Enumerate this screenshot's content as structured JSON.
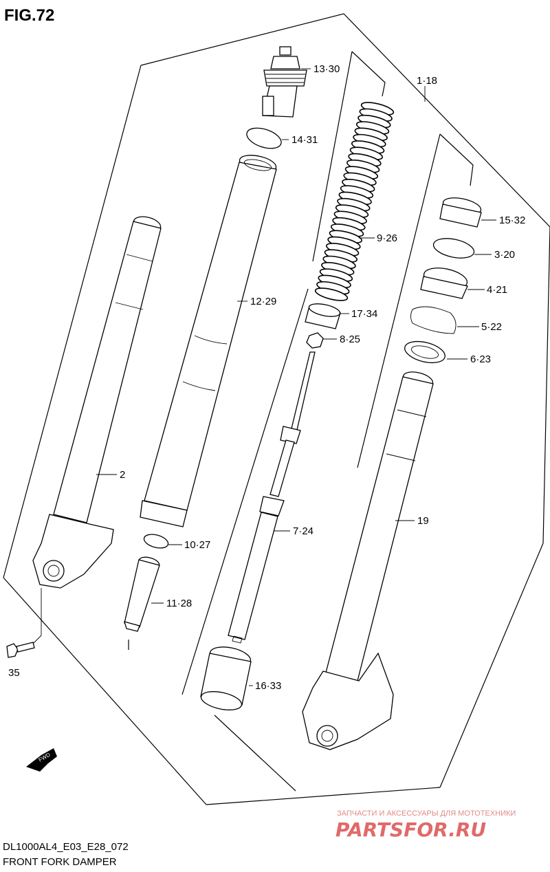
{
  "figure": {
    "title": "FIG.72"
  },
  "footer": {
    "model_code": "DL1000AL4_E03_E28_072",
    "caption": "FRONT FORK DAMPER"
  },
  "watermark": {
    "tagline": "ЗАПЧАСТИ И АКСЕССУАРЫ ДЛЯ МОТОТЕХНИКИ",
    "site": "PARTSFOR.RU"
  },
  "fwd_arrow": {
    "label": "FWD"
  },
  "callouts": [
    {
      "id": "c-13",
      "label": "13·30"
    },
    {
      "id": "c-1",
      "label": "1·18"
    },
    {
      "id": "c-14",
      "label": "14·31"
    },
    {
      "id": "c-15",
      "label": "15·32"
    },
    {
      "id": "c-9",
      "label": "9·26"
    },
    {
      "id": "c-3",
      "label": "3·20"
    },
    {
      "id": "c-12",
      "label": "12·29"
    },
    {
      "id": "c-4",
      "label": "4·21"
    },
    {
      "id": "c-17",
      "label": "17·34"
    },
    {
      "id": "c-5",
      "label": "5·22"
    },
    {
      "id": "c-8",
      "label": "8·25"
    },
    {
      "id": "c-6",
      "label": "6·23"
    },
    {
      "id": "c-2",
      "label": "2"
    },
    {
      "id": "c-19",
      "label": "19"
    },
    {
      "id": "c-7",
      "label": "7·24"
    },
    {
      "id": "c-10",
      "label": "10·27"
    },
    {
      "id": "c-11",
      "label": "11·28"
    },
    {
      "id": "c-16",
      "label": "16·33"
    },
    {
      "id": "c-35",
      "label": "35"
    }
  ]
}
